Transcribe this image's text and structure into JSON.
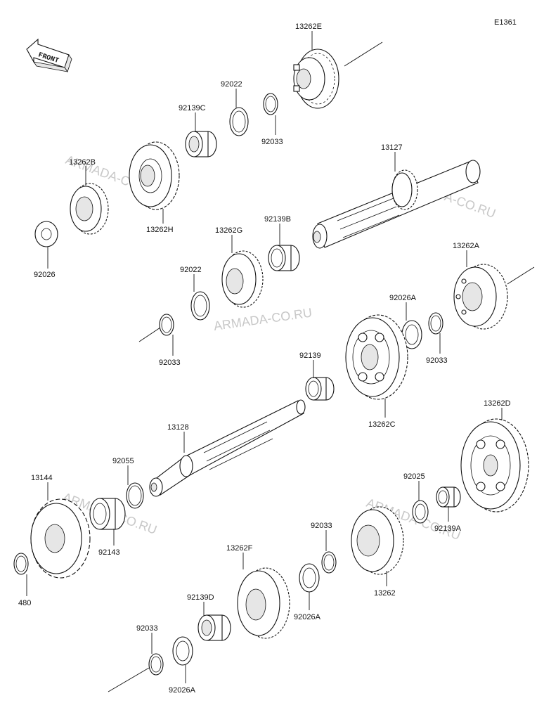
{
  "diagram": {
    "id": "E1361",
    "front_label": "FRONT",
    "watermark": "ARMADA-CO.RU",
    "parts": [
      {
        "key": "p13262E",
        "label": "13262E"
      },
      {
        "key": "p92022a",
        "label": "92022"
      },
      {
        "key": "p92139C",
        "label": "92139C"
      },
      {
        "key": "p92033a",
        "label": "92033"
      },
      {
        "key": "p13262B",
        "label": "13262B"
      },
      {
        "key": "p13262H",
        "label": "13262H"
      },
      {
        "key": "p92026",
        "label": "92026"
      },
      {
        "key": "p13127",
        "label": "13127"
      },
      {
        "key": "p13262G",
        "label": "13262G"
      },
      {
        "key": "p92139B",
        "label": "92139B"
      },
      {
        "key": "p92022b",
        "label": "92022"
      },
      {
        "key": "p92033b",
        "label": "92033"
      },
      {
        "key": "p13262A",
        "label": "13262A"
      },
      {
        "key": "p92026A_a",
        "label": "92026A"
      },
      {
        "key": "p92033c",
        "label": "92033"
      },
      {
        "key": "p92139",
        "label": "92139"
      },
      {
        "key": "p13262C",
        "label": "13262C"
      },
      {
        "key": "p13128",
        "label": "13128"
      },
      {
        "key": "p13262D",
        "label": "13262D"
      },
      {
        "key": "p92055",
        "label": "92055"
      },
      {
        "key": "p13144",
        "label": "13144"
      },
      {
        "key": "p92143",
        "label": "92143"
      },
      {
        "key": "p92025",
        "label": "92025"
      },
      {
        "key": "p92139A",
        "label": "92139A"
      },
      {
        "key": "p92033d",
        "label": "92033"
      },
      {
        "key": "p480",
        "label": "480"
      },
      {
        "key": "p13262F",
        "label": "13262F"
      },
      {
        "key": "p13262",
        "label": "13262"
      },
      {
        "key": "p92139D",
        "label": "92139D"
      },
      {
        "key": "p92026A_b",
        "label": "92026A"
      },
      {
        "key": "p92033e",
        "label": "92033"
      },
      {
        "key": "p92026A_c",
        "label": "92026A"
      }
    ]
  }
}
